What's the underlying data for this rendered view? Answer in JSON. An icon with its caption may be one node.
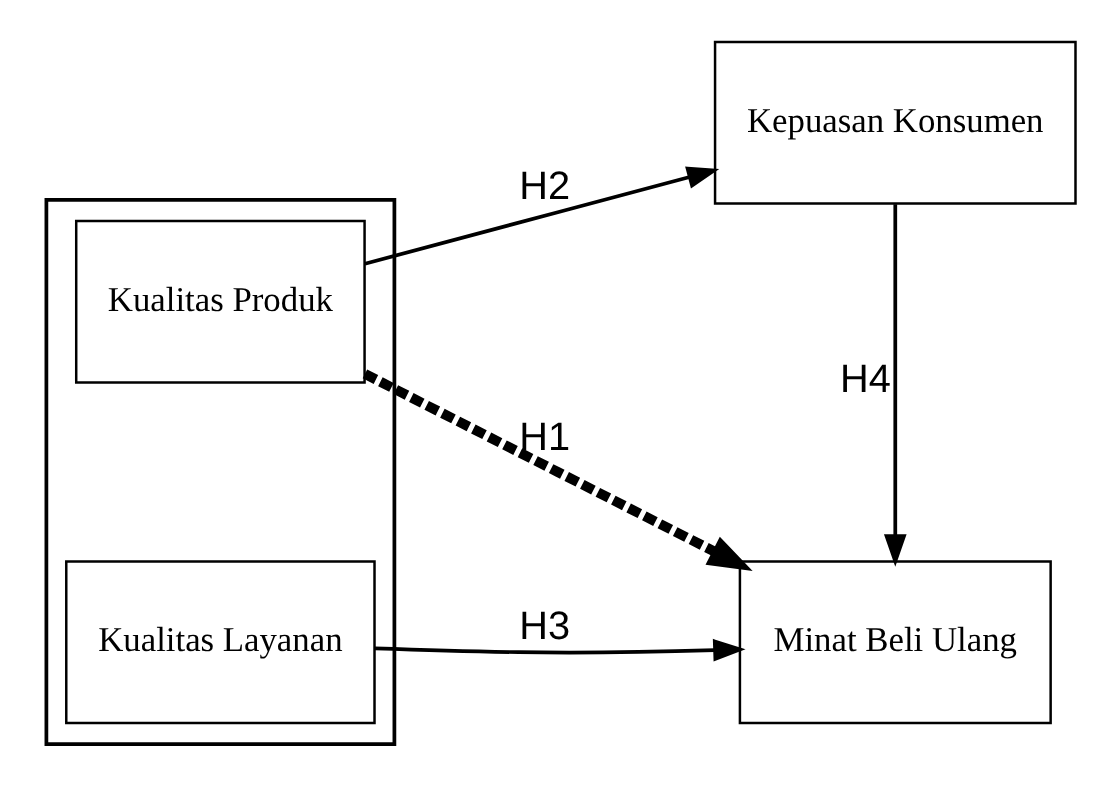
{
  "diagram": {
    "nodes": [
      {
        "text": [],
        "shape": "box"
      },
      {
        "text": [
          "Kualitas Produk"
        ],
        "in": 0
      },
      {
        "text": [
          "Kualitas Layanan"
        ],
        "in": 0
      },
      {
        "text": [
          "Kepuasan Konsumen"
        ]
      },
      {
        "text": [
          "Minat Beli Ulang"
        ]
      }
    ],
    "edges": [
      {
        "from": 1,
        "to": 3,
        "arrow": "to",
        "label": "H2"
      },
      {
        "from": 1,
        "to": 4,
        "arrow": "to",
        "label": "H1",
        "style": "dashed"
      },
      {
        "from": 3,
        "to": 4,
        "arrow": "to",
        "label": "H4"
      },
      {
        "from": 2,
        "to": 4,
        "arrow": "to",
        "label": "H3"
      }
    ]
  }
}
